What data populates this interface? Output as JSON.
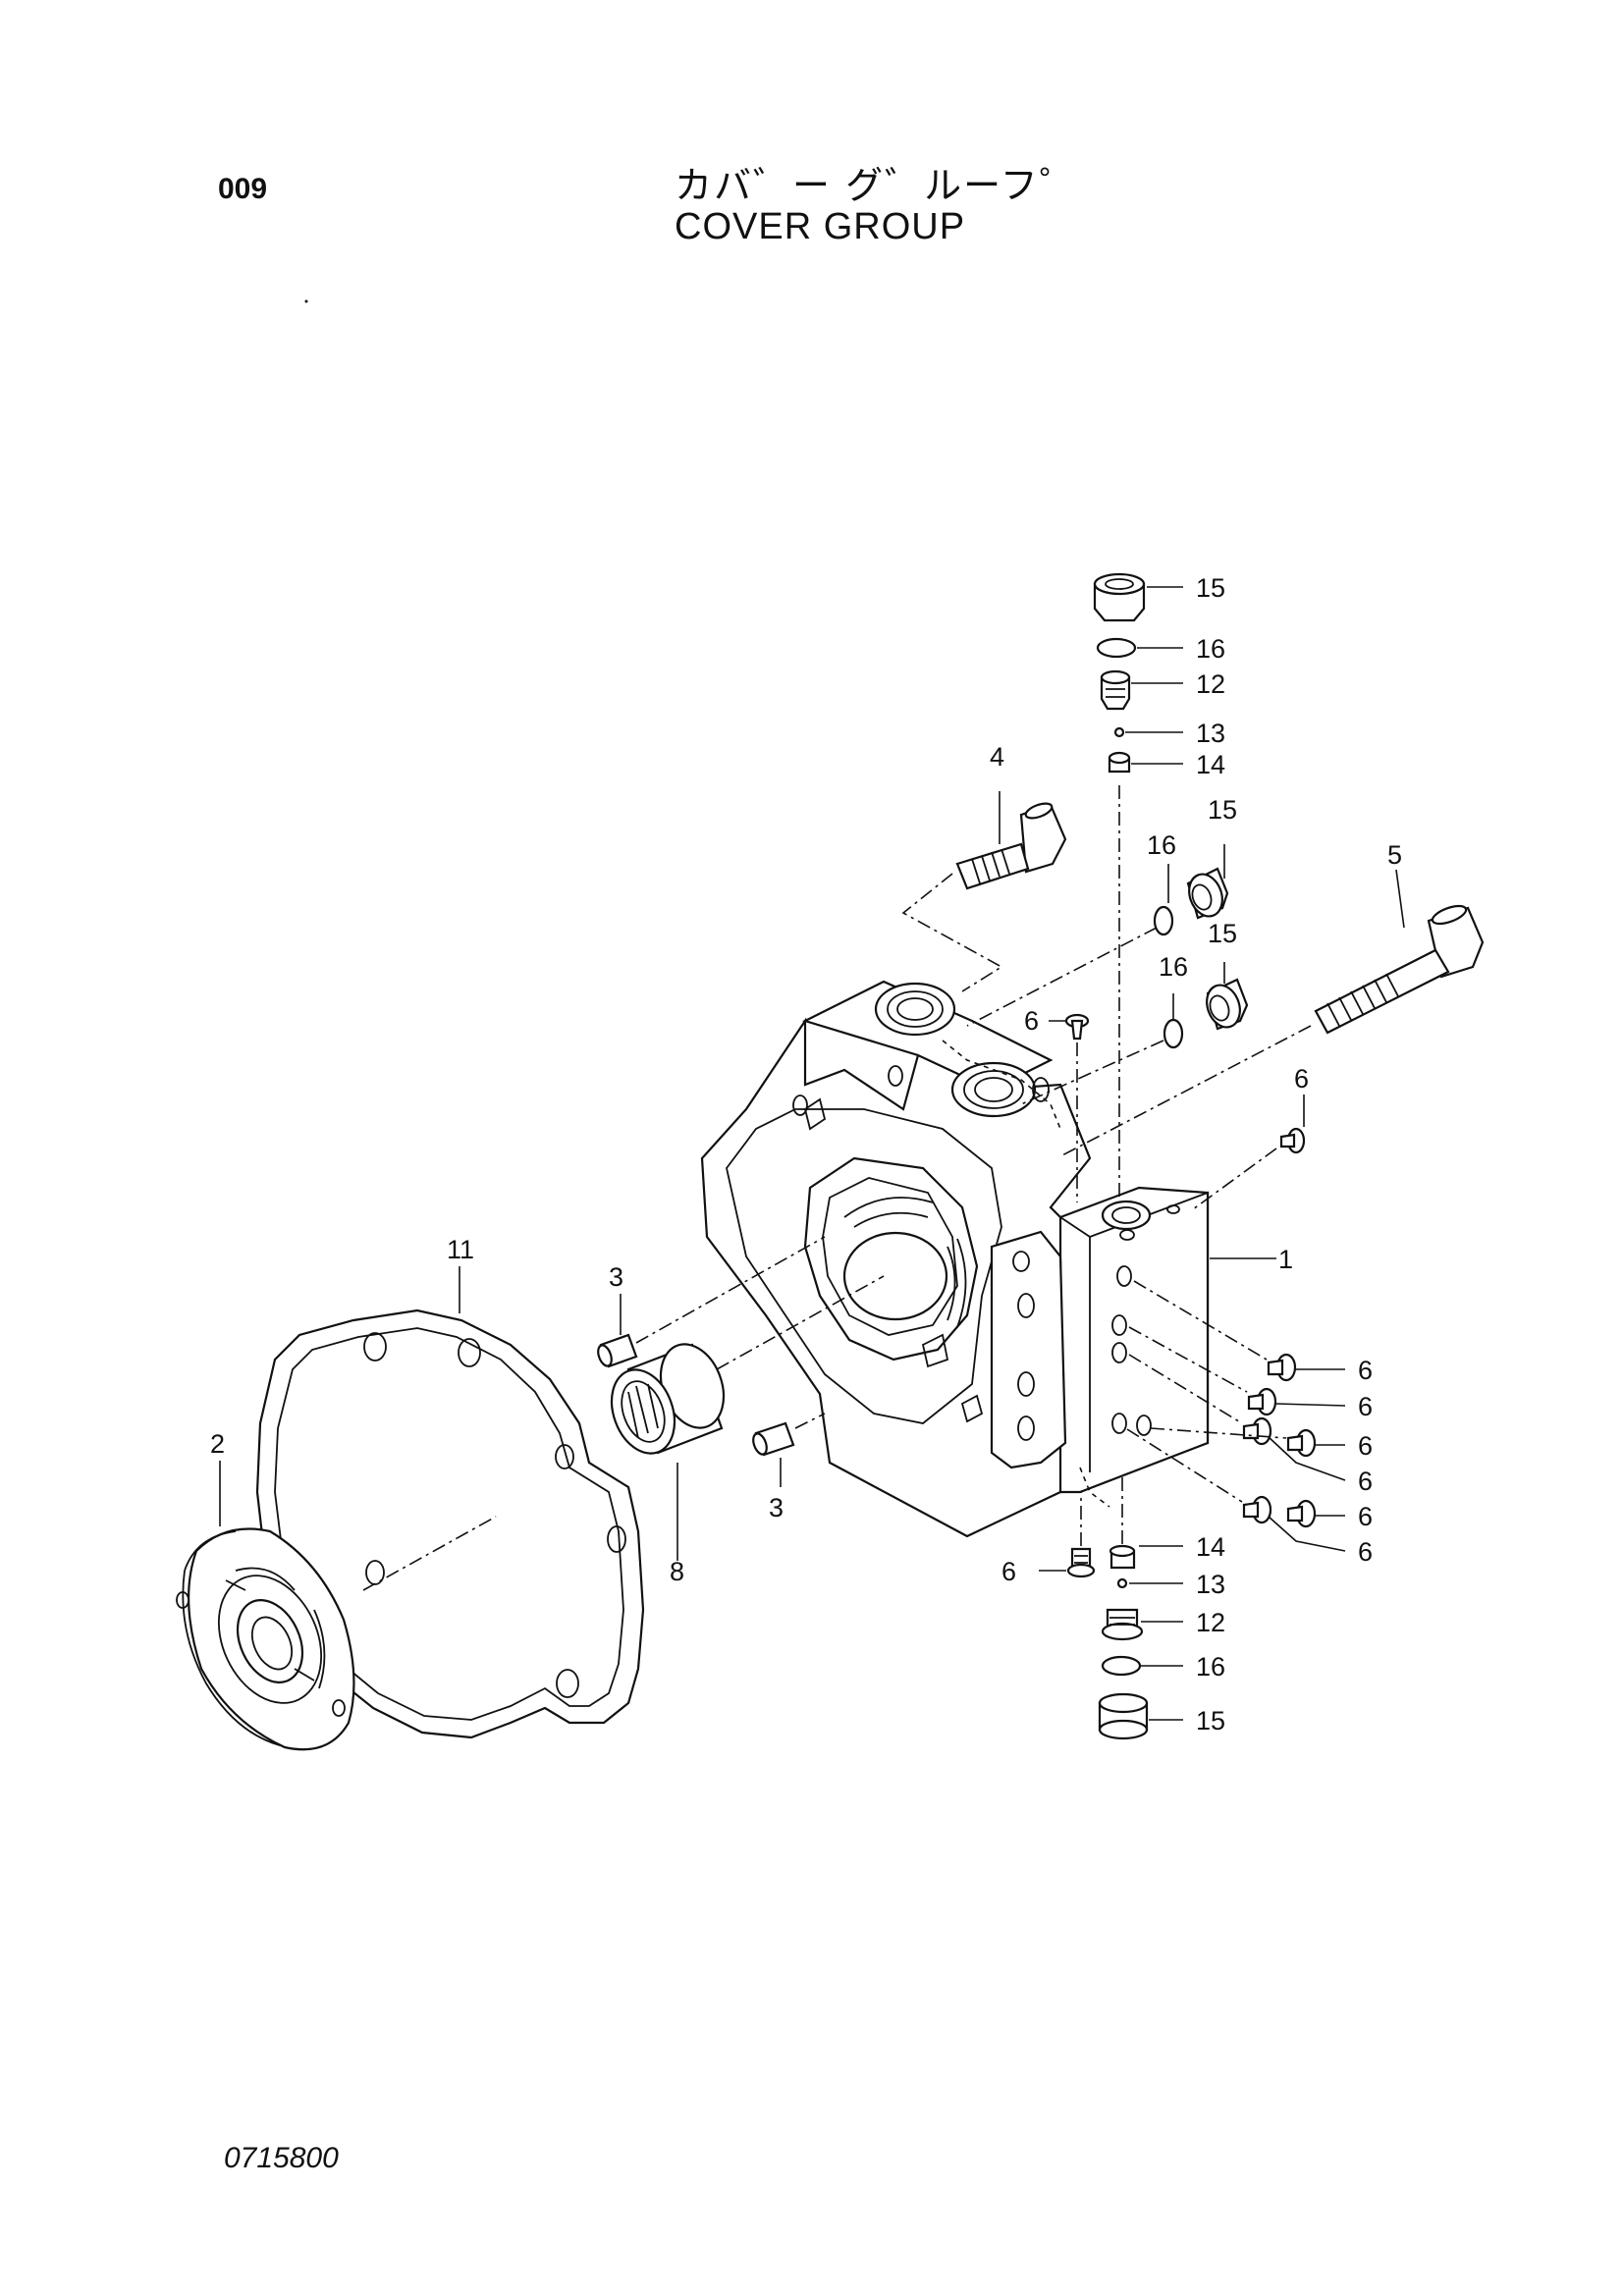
{
  "header": {
    "page_number": "009",
    "title_jp": "カバ゛ー グ゛ルーフ゜",
    "title_en": "COVER GROUP"
  },
  "footer": {
    "code": "0715800"
  },
  "callouts": {
    "c15a": "15",
    "c16a": "16",
    "c12a": "12",
    "c13a": "13",
    "c14a": "14",
    "c4": "4",
    "c16b": "16",
    "c15b": "15",
    "c5": "5",
    "c15c": "15",
    "c16c": "16",
    "c6a": "6",
    "c6b": "6",
    "c1": "1",
    "c11": "11",
    "c3a": "3",
    "c6c": "6",
    "c6d": "6",
    "c6e": "6",
    "c6f": "6",
    "c6g": "6",
    "c6h": "6",
    "c2": "2",
    "c3b": "3",
    "c8": "8",
    "c6i": "6",
    "c14b": "14",
    "c13b": "13",
    "c12b": "12",
    "c16d": "16",
    "c15d": "15"
  }
}
